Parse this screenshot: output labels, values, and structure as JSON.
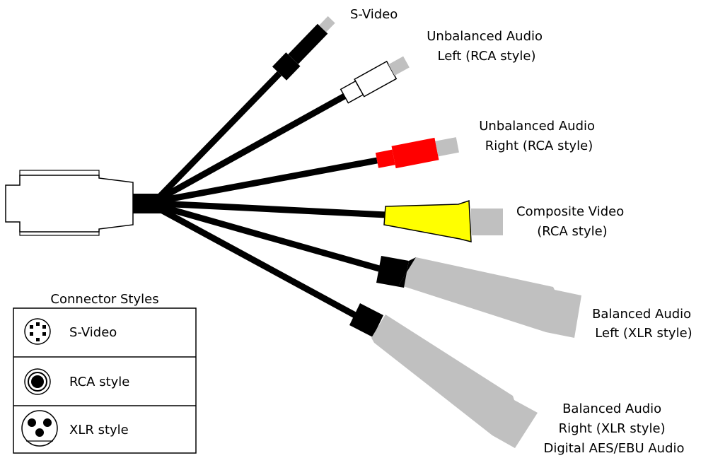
{
  "colors": {
    "cable": "#000000",
    "plug_gray": "#c0c0c0",
    "white_plug": "#ffffff",
    "red_plug": "#ff0000",
    "yellow_plug": "#ffff00",
    "outline": "#000000"
  },
  "cables": [
    {
      "id": "s-video",
      "label_lines": [
        "S-Video"
      ],
      "plug_color": "#000000"
    },
    {
      "id": "audio-left-rca",
      "label_lines": [
        "Unbalanced Audio",
        "Left (RCA style)"
      ],
      "plug_color": "#ffffff"
    },
    {
      "id": "audio-right-rca",
      "label_lines": [
        "Unbalanced Audio",
        "Right (RCA style)"
      ],
      "plug_color": "#ff0000"
    },
    {
      "id": "composite-video",
      "label_lines": [
        "Composite Video",
        "(RCA style)"
      ],
      "plug_color": "#ffff00"
    },
    {
      "id": "balanced-left-xlr",
      "label_lines": [
        "Balanced Audio",
        "Left (XLR style)"
      ],
      "plug_color": "#c0c0c0"
    },
    {
      "id": "balanced-right-xlr",
      "label_lines": [
        "Balanced Audio",
        "Right (XLR style)",
        "Digital AES/EBU Audio"
      ],
      "plug_color": "#c0c0c0"
    }
  ],
  "legend": {
    "title": "Connector Styles",
    "items": [
      {
        "icon": "s-video-connector-icon",
        "label": "S-Video"
      },
      {
        "icon": "rca-connector-icon",
        "label": "RCA style"
      },
      {
        "icon": "xlr-connector-icon",
        "label": "XLR style"
      }
    ]
  }
}
